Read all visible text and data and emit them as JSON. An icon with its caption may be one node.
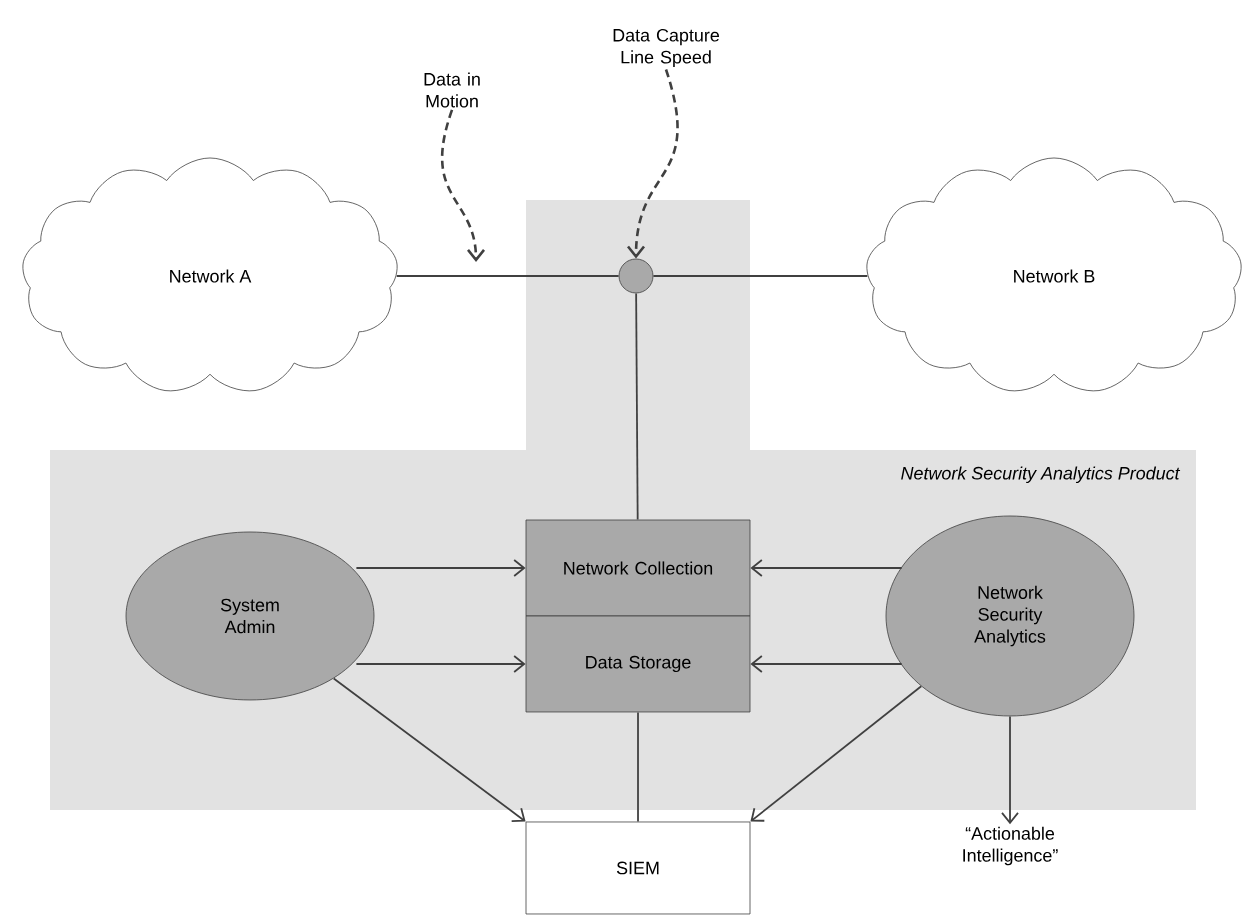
{
  "diagram": {
    "nodes": [
      {
        "text": [
          "Network A"
        ]
      },
      {
        "text": [
          "Network B"
        ]
      },
      {
        "text": [
          "Data in Motion"
        ]
      },
      {
        "text": [
          "Data Capture Line Speed"
        ]
      },
      {
        "text": [],
        "shape": "circle",
        "in": 5
      },
      {
        "text": [
          "Network Security Analytics Product"
        ]
      },
      {
        "text": [
          "System Admin"
        ],
        "in": 5
      },
      {
        "text": [
          "Network Collection"
        ],
        "in": 5
      },
      {
        "text": [
          "Data Storage"
        ],
        "in": 5
      },
      {
        "text": [
          "Network Security Analytics"
        ],
        "in": 5
      },
      {
        "text": [
          "SIEM"
        ]
      },
      {
        "text": [
          "“Actionable Intelligence”"
        ]
      }
    ],
    "edges": [
      {
        "from": 0,
        "to": 4,
        "arrow": "none"
      },
      {
        "from": 4,
        "to": 1,
        "arrow": "none"
      },
      {
        "from": 2,
        "to": null,
        "arrow": "to",
        "style": "dashed"
      },
      {
        "from": 3,
        "to": 4,
        "arrow": "to",
        "style": "dashed"
      },
      {
        "from": 4,
        "to": 7,
        "arrow": "none"
      },
      {
        "from": 6,
        "to": 7,
        "arrow": "to"
      },
      {
        "from": 6,
        "to": 8,
        "arrow": "to"
      },
      {
        "from": 9,
        "to": 7,
        "arrow": "to"
      },
      {
        "from": 9,
        "to": 8,
        "arrow": "to"
      },
      {
        "from": 6,
        "to": 10,
        "arrow": "to"
      },
      {
        "from": 9,
        "to": 10,
        "arrow": "to"
      },
      {
        "from": 8,
        "to": 10,
        "arrow": "none"
      },
      {
        "from": 9,
        "to": 11,
        "arrow": "to"
      }
    ]
  }
}
